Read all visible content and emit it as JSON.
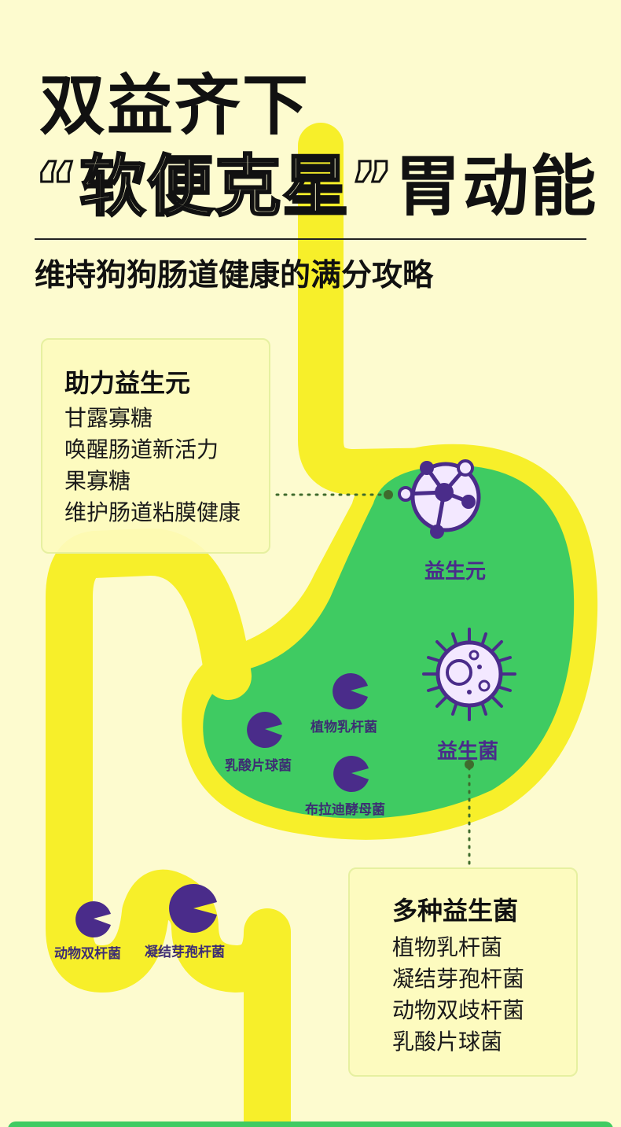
{
  "header": {
    "title_line1": "双益齐下",
    "title_quoted": "“软便克星”",
    "title_suffix": "胃动能",
    "subtitle": "维持狗狗肠道健康的满分攻略"
  },
  "prebiotic_card": {
    "title": "助力益生元",
    "items": [
      "甘露寡糖",
      "唤醒肠道新活力",
      "果寡糖",
      "维护肠道粘膜健康"
    ]
  },
  "probiotic_card": {
    "title": "多种益生菌",
    "items": [
      "植物乳杆菌",
      "凝结芽孢杆菌",
      "动物双歧杆菌",
      "乳酸片球菌"
    ]
  },
  "diagram": {
    "prebiotic_label": "益生元",
    "probiotic_label": "益生菌",
    "bacteria": {
      "plantarum": "植物乳杆菌",
      "pediococcus": "乳酸片球菌",
      "boulardii": "布拉迪酵母菌",
      "bifido": "动物双杆菌",
      "coagulans": "凝结芽孢杆菌"
    }
  },
  "colors": {
    "background": "#fdfbcf",
    "tube_yellow": "#f7ef2a",
    "stomach_green": "#3fcb62",
    "purple": "#4a2c8a"
  }
}
